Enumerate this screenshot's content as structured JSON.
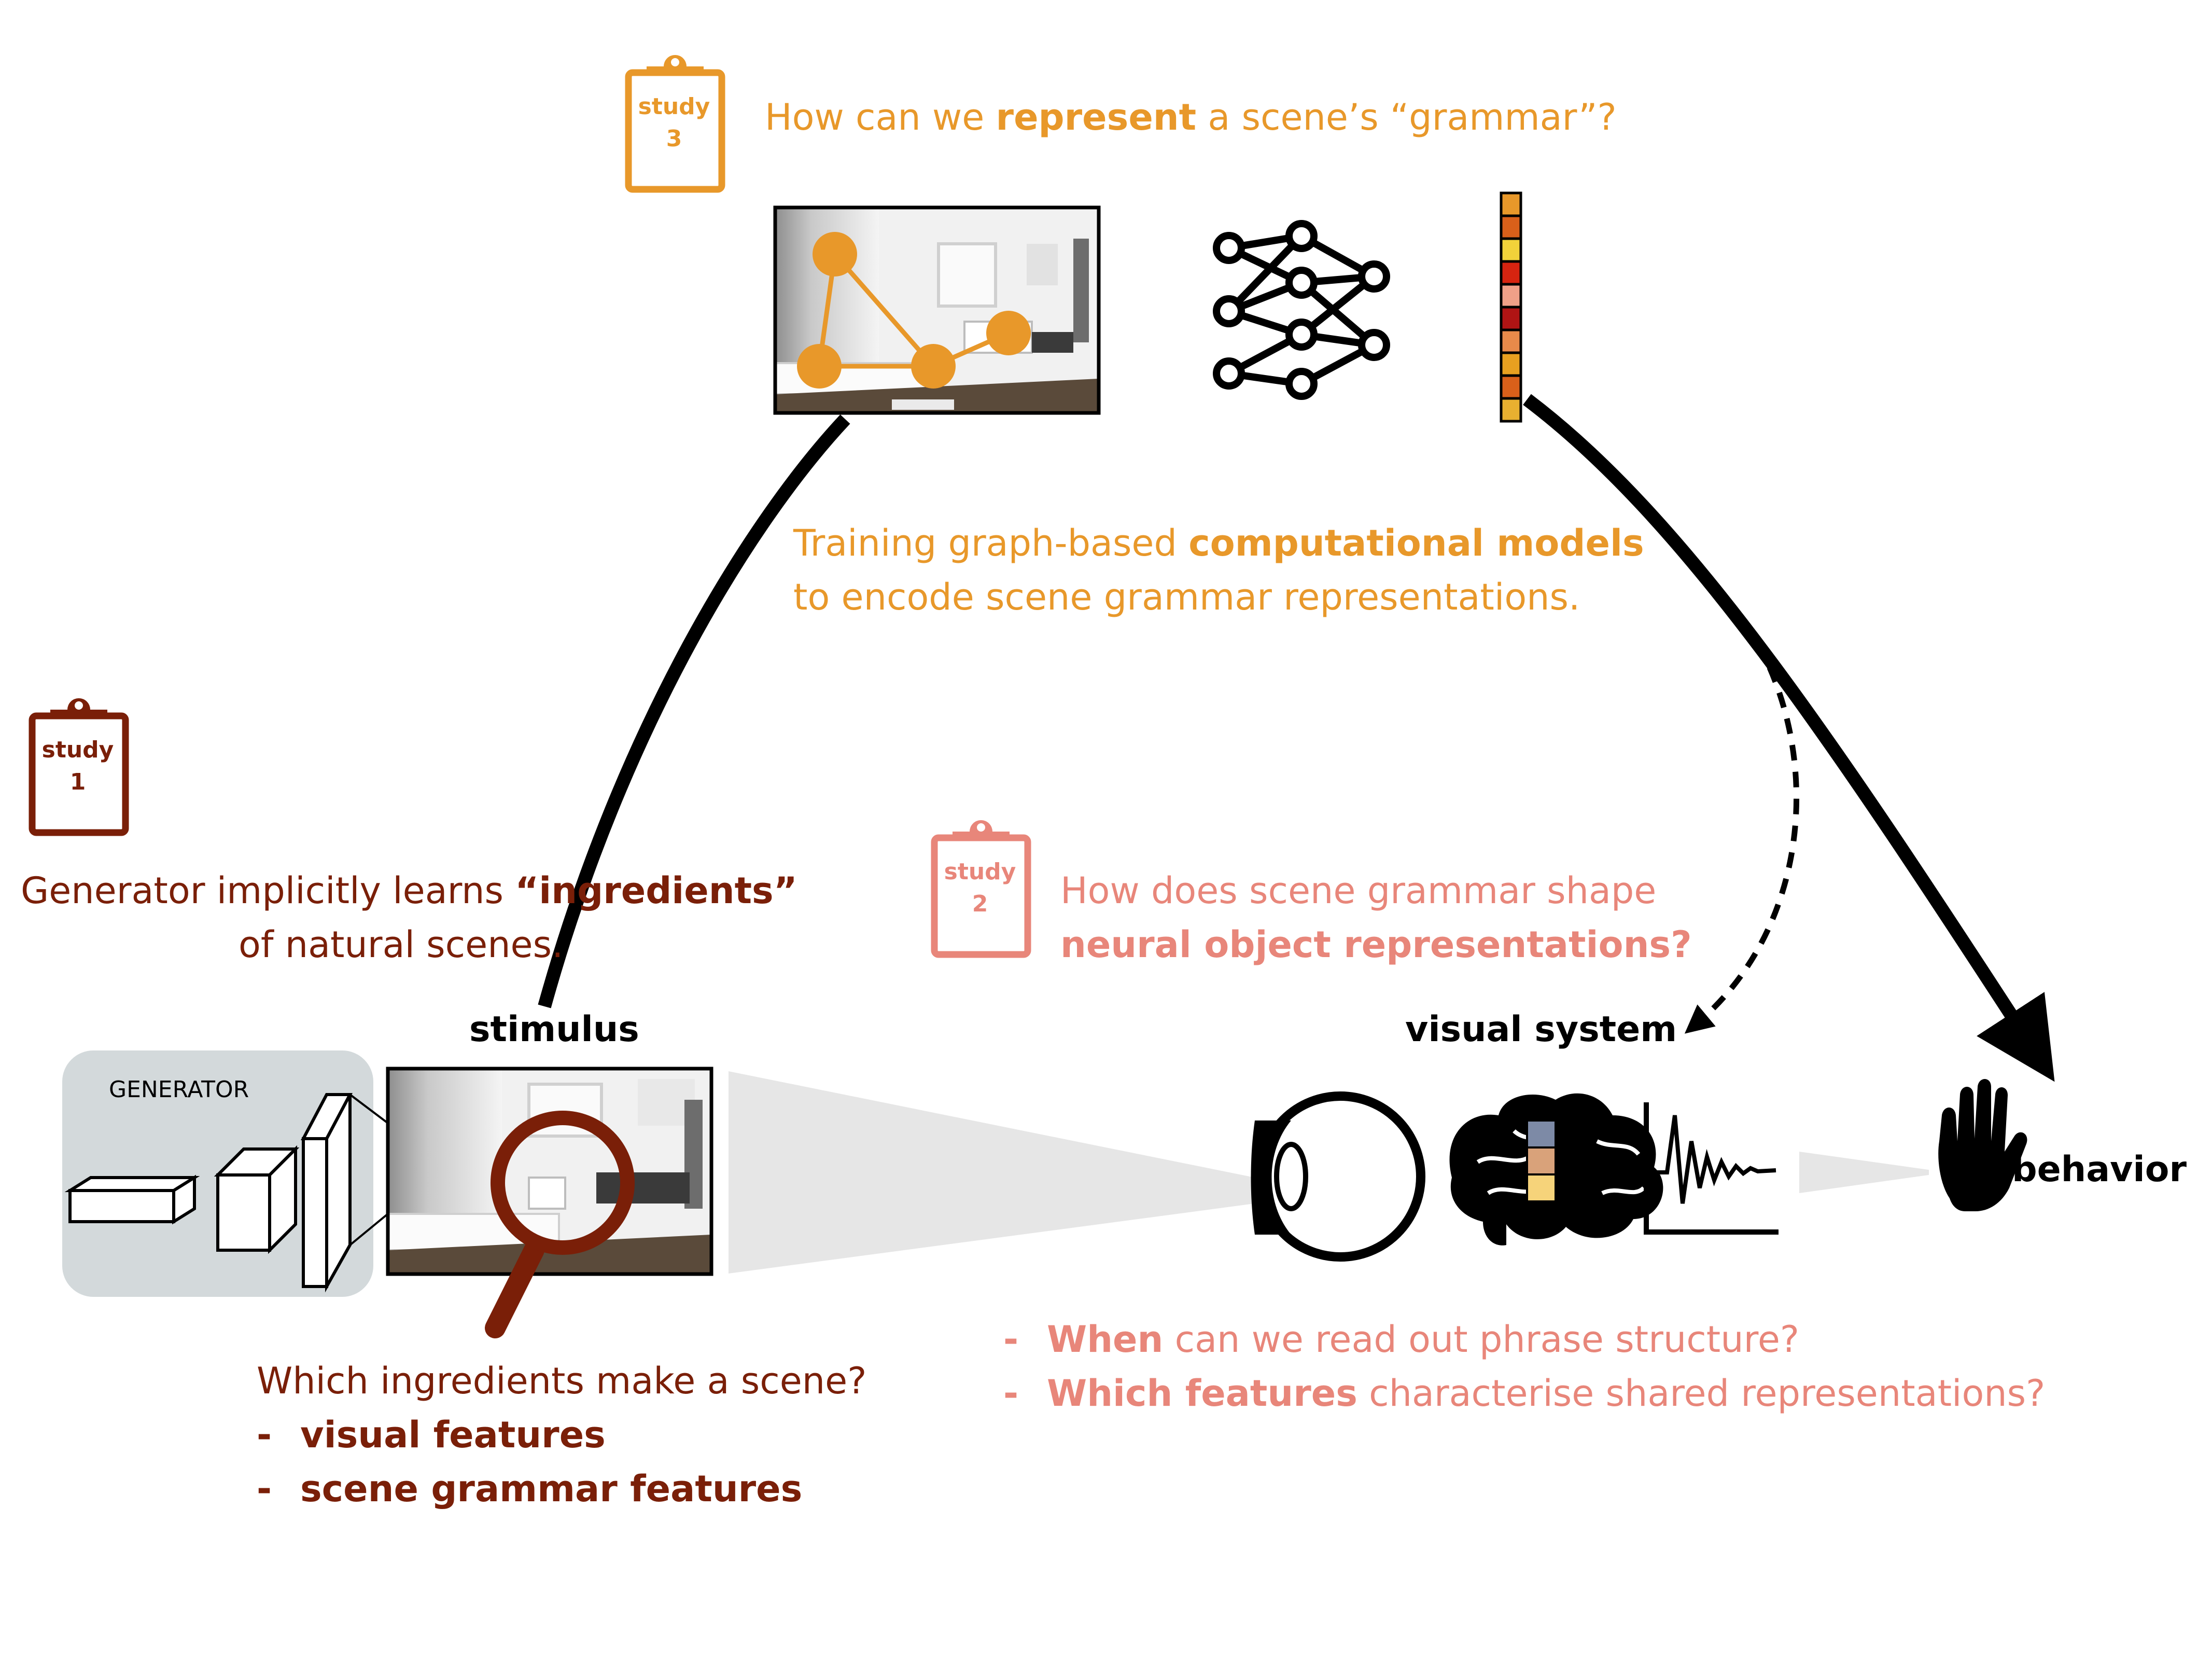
{
  "colors": {
    "study3": "#e8982a",
    "study1": "#7a1f08",
    "study2": "#e8867a",
    "ink": "#000000",
    "generator_bg": "#d3d9db",
    "beam": "#e8e8e8"
  },
  "study3": {
    "badge_word": "study",
    "badge_num": "3",
    "question_pre": "How can we ",
    "question_bold": "represent",
    "question_post": " a scene’s “grammar”?",
    "desc_line1_pre": "Training graph-based ",
    "desc_line1_bold": "computational models",
    "desc_line2": "to encode scene grammar representations."
  },
  "study1": {
    "badge_word": "study",
    "badge_num": "1",
    "line1_pre": "Generator implicitly learns ",
    "line1_bold": "“ingredients”",
    "line2": "of natural scenes.",
    "question": "Which ingredients make a scene?",
    "bullets": [
      {
        "dash": "-",
        "text": "visual features"
      },
      {
        "dash": "-",
        "text": "scene grammar features"
      }
    ]
  },
  "study2": {
    "badge_word": "study",
    "badge_num": "2",
    "line1": "How does scene grammar shape",
    "line2_bold": "neural object representations?",
    "bullets": [
      {
        "dash": "-",
        "bold": "When",
        "rest": " can we read out phrase structure?"
      },
      {
        "dash": "-",
        "bold": "Which features",
        "rest": " characterise shared representations?"
      }
    ]
  },
  "labels": {
    "generator": "GENERATOR",
    "stimulus": "stimulus",
    "visual_system": "visual system",
    "behavior": "behavior"
  },
  "icons": {
    "clipboard": "clipboard-icon",
    "neural_net": "neural-network-icon",
    "embedding": "embedding-vector-icon",
    "magnifier": "magnifying-glass-icon",
    "eye": "eye-icon",
    "brain": "brain-icon",
    "signal": "neural-signal-plot-icon",
    "hand": "hand-icon"
  },
  "embedding_colors": [
    "#e8982a",
    "#d9601a",
    "#f2d23a",
    "#d62410",
    "#f0a088",
    "#b01414",
    "#e88a4a",
    "#e8a020",
    "#d9601a",
    "#e8b030"
  ]
}
